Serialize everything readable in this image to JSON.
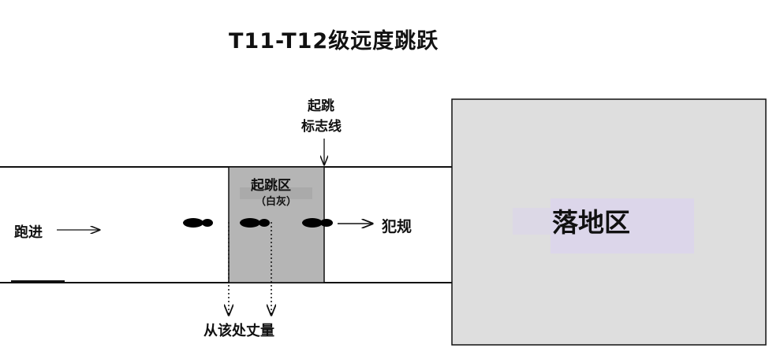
{
  "title": "T11-T12级远度跳跃",
  "labels": {
    "takeoff_marker_line1": "起跳",
    "takeoff_marker_line2": "标志线",
    "takeoff_zone": "起跳区",
    "takeoff_zone_sub": "（白灰）",
    "run_up": "跑进",
    "foul": "犯规",
    "measure_from": "从该处丈量",
    "landing_area": "落地区"
  },
  "colors": {
    "takeoff_zone_fill": "#b5b5b5",
    "landing_area_fill": "#dedede",
    "landing_label_bg": "#dcd6ea",
    "footprint": "#000000",
    "line": "#111111"
  },
  "icons": [
    "footprint-icon",
    "arrow-right-icon",
    "arrow-down-icon"
  ]
}
